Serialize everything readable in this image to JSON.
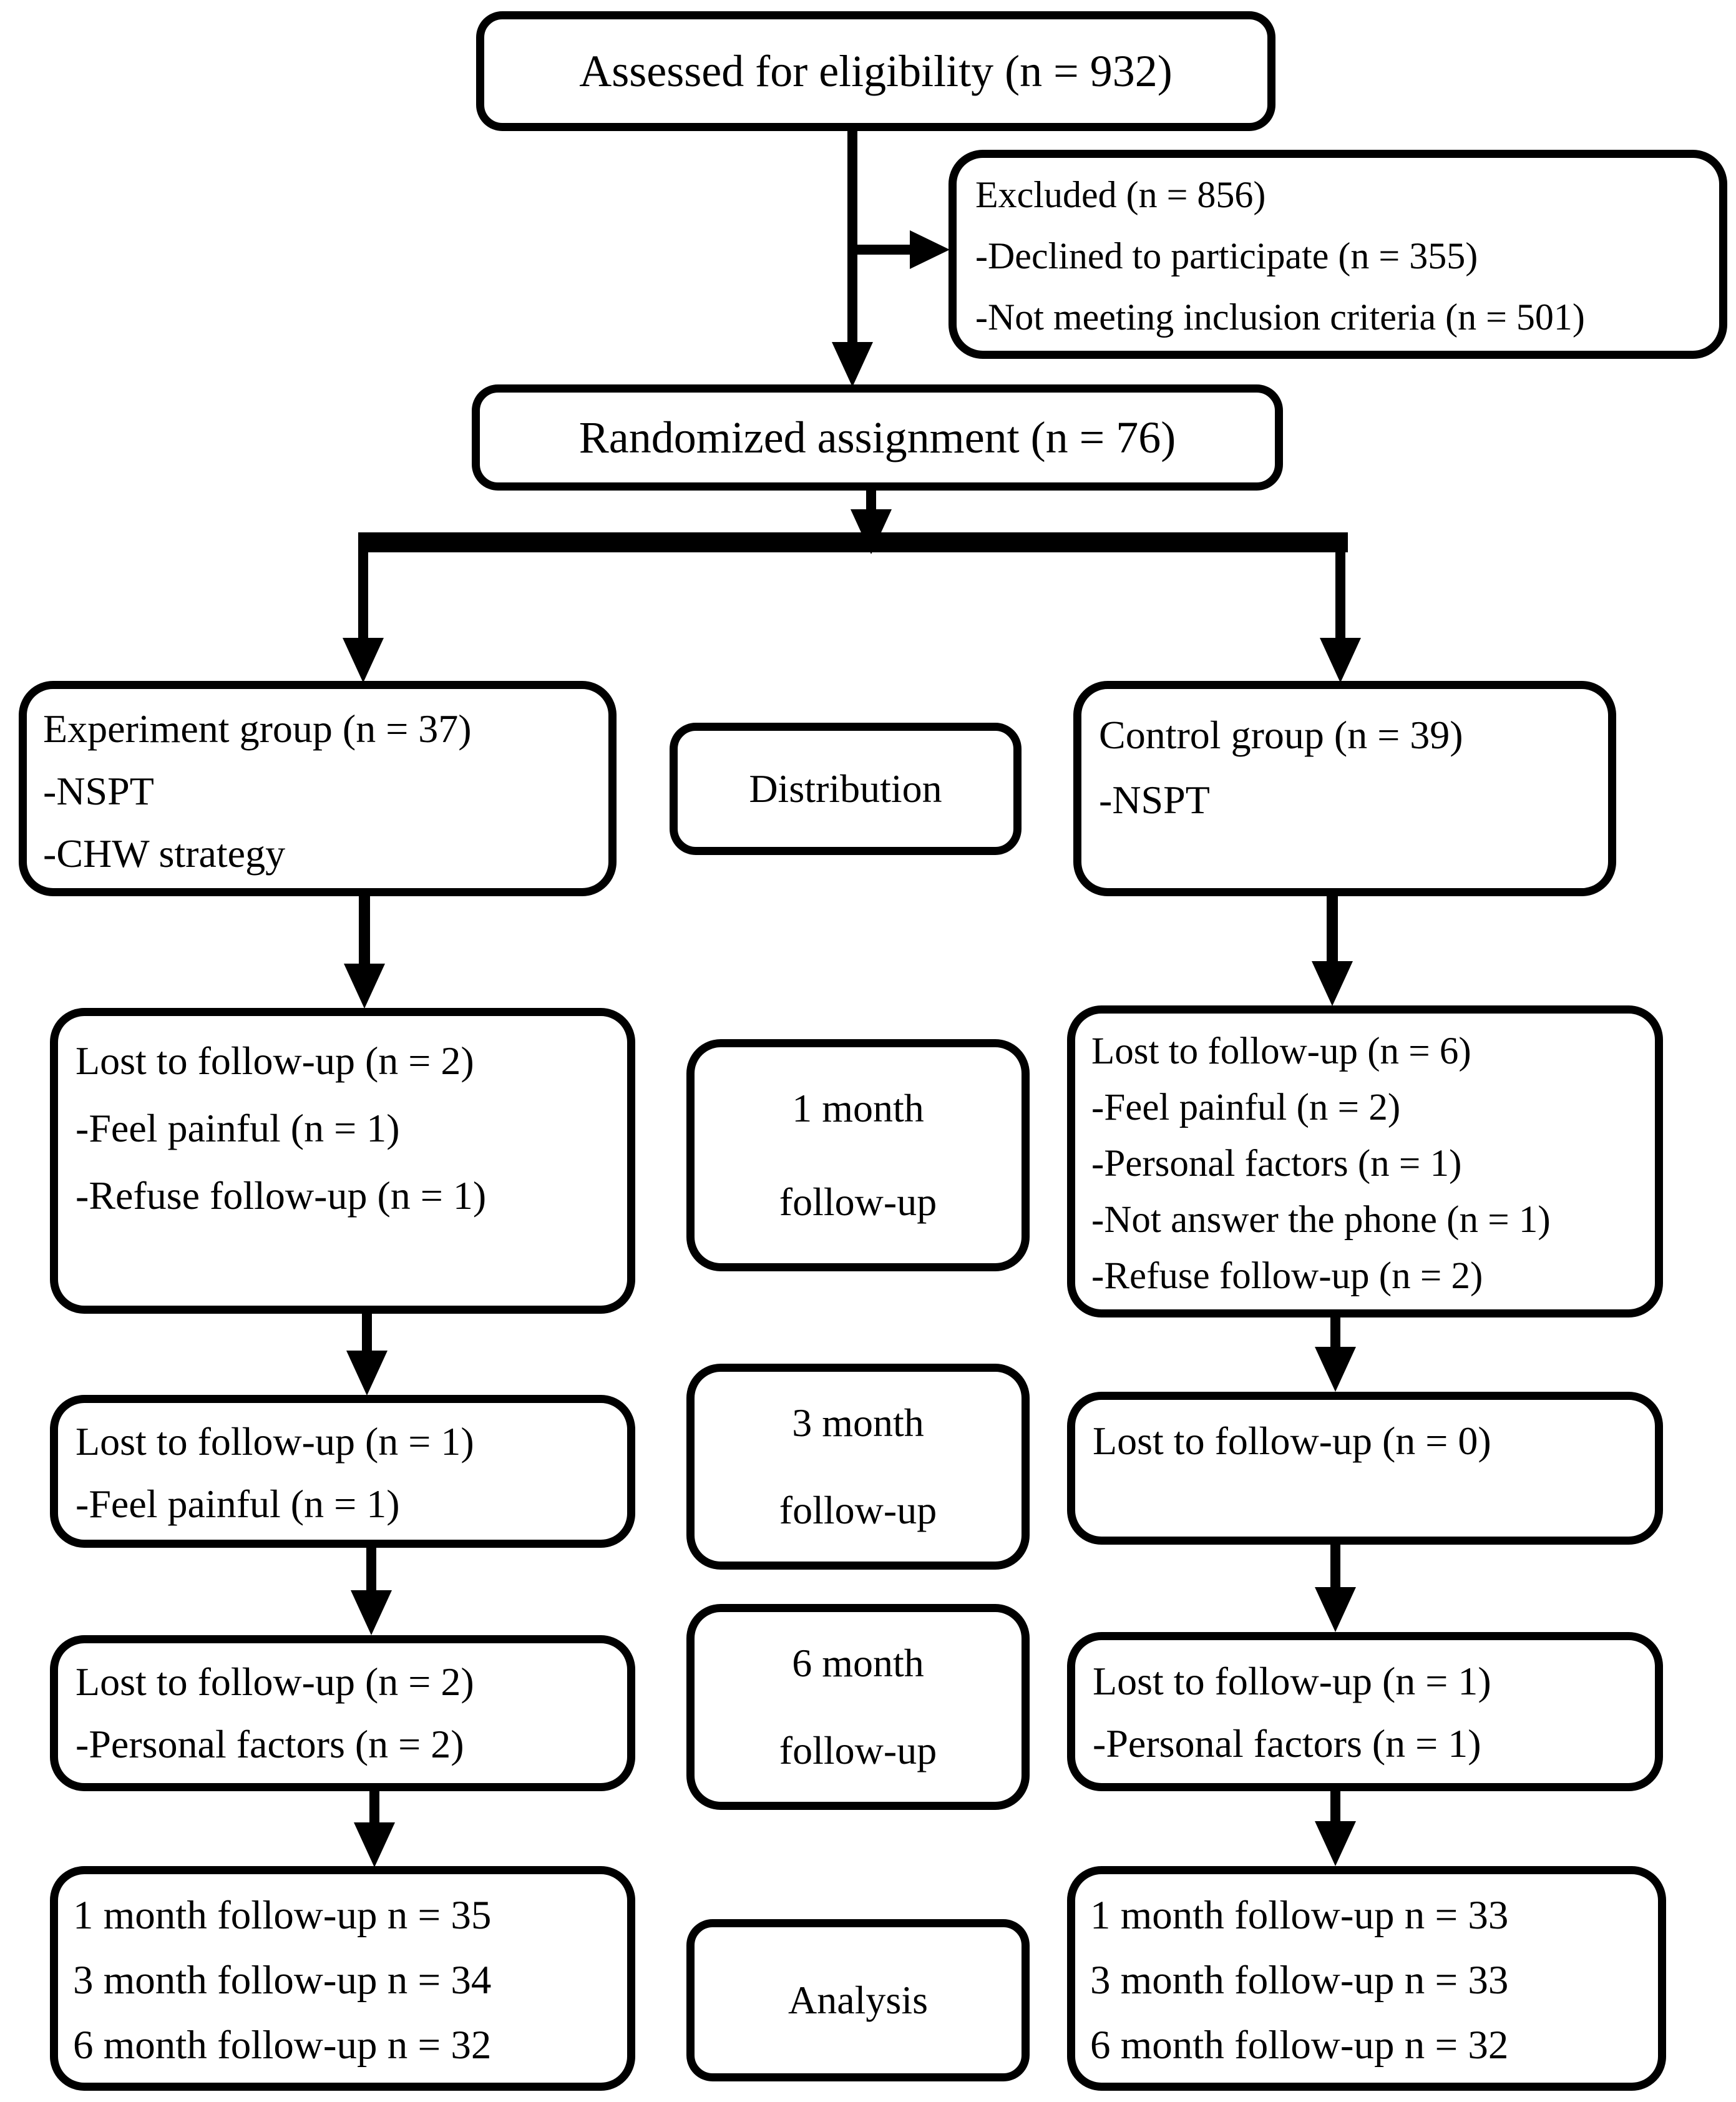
{
  "colors": {
    "ink": "#000000",
    "background": "#ffffff"
  },
  "flow": {
    "assessed": {
      "lines": [
        "Assessed for eligibility (n = 932)"
      ]
    },
    "excluded": {
      "lines": [
        "Excluded (n = 856)",
        "-Declined to participate (n = 355)",
        "-Not meeting inclusion criteria (n = 501)"
      ]
    },
    "randomized": {
      "lines": [
        "Randomized assignment (n = 76)"
      ]
    },
    "experiment_group": {
      "lines": [
        "Experiment group (n = 37)",
        "-NSPT",
        "-CHW strategy"
      ]
    },
    "distribution": {
      "lines": [
        "Distribution"
      ]
    },
    "control_group": {
      "lines": [
        "Control group (n = 39)",
        "-NSPT"
      ]
    },
    "experiment_lost_1m": {
      "lines": [
        "Lost to follow-up (n = 2)",
        "-Feel painful (n = 1)",
        "-Refuse follow-up (n = 1)"
      ]
    },
    "followup_1m": {
      "lines": [
        "1 month",
        "follow-up"
      ]
    },
    "control_lost_1m": {
      "lines": [
        "Lost to follow-up (n = 6)",
        "-Feel painful (n = 2)",
        "-Personal factors (n = 1)",
        "-Not answer the phone (n = 1)",
        "-Refuse follow-up (n = 2)"
      ]
    },
    "experiment_lost_3m": {
      "lines": [
        "Lost to follow-up (n = 1)",
        "-Feel painful (n = 1)"
      ]
    },
    "followup_3m": {
      "lines": [
        "3 month",
        "follow-up"
      ]
    },
    "control_lost_3m": {
      "lines": [
        "Lost to follow-up (n = 0)"
      ]
    },
    "experiment_lost_6m": {
      "lines": [
        "Lost to follow-up (n = 2)",
        "-Personal factors (n = 2)"
      ]
    },
    "followup_6m": {
      "lines": [
        "6 month",
        "follow-up"
      ]
    },
    "control_lost_6m": {
      "lines": [
        "Lost to follow-up (n = 1)",
        "-Personal factors (n = 1)"
      ]
    },
    "experiment_analysis": {
      "lines": [
        "1 month follow-up n = 35",
        "3 month follow-up n = 34",
        "6 month follow-up n = 32"
      ]
    },
    "analysis": {
      "lines": [
        "Analysis"
      ]
    },
    "control_analysis": {
      "lines": [
        "1 month follow-up n = 33",
        "3 month follow-up n = 33",
        "6 month follow-up n = 32"
      ]
    }
  }
}
